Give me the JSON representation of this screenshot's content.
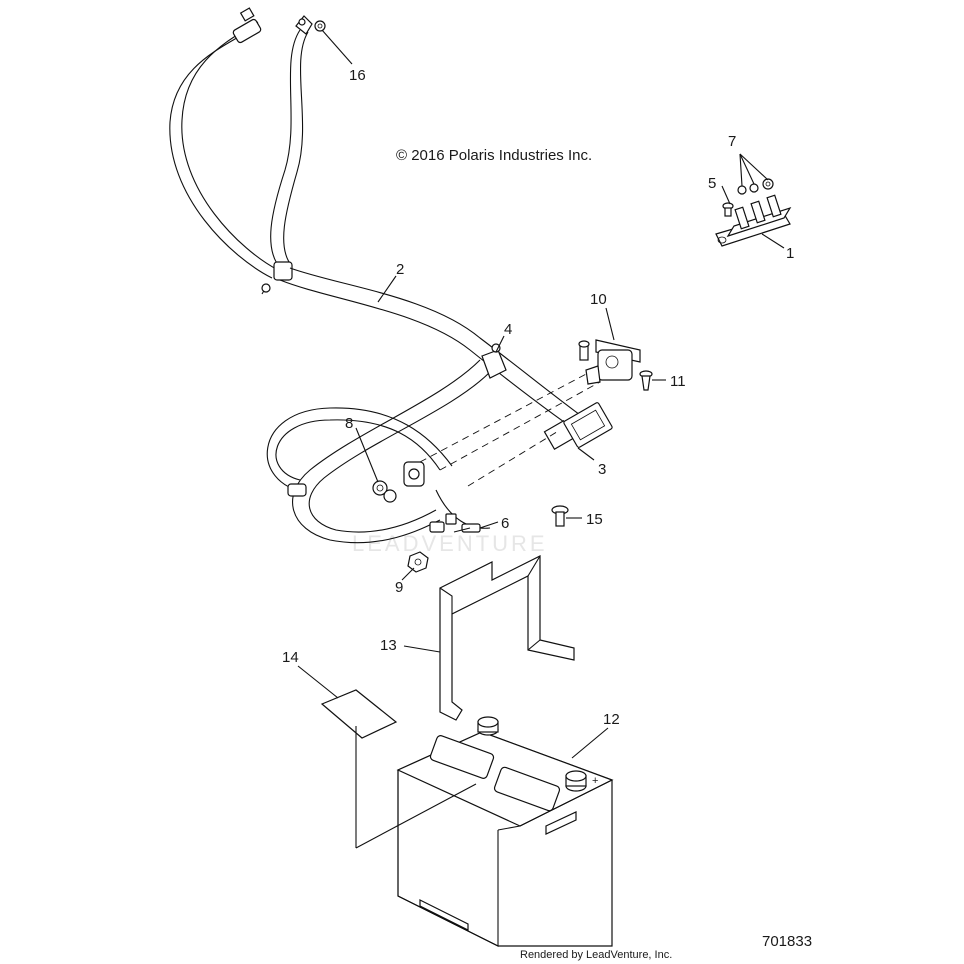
{
  "copyright": "© 2016 Polaris Industries Inc.",
  "drawing_number": "701833",
  "rendered_by": "Rendered by LeadVenture, Inc.",
  "watermark": "LEADVENTURE",
  "callouts": {
    "c1": "1",
    "c2": "2",
    "c3": "3",
    "c4": "4",
    "c5": "5",
    "c6": "6",
    "c7": "7",
    "c8": "8",
    "c9": "9",
    "c10": "10",
    "c11": "11",
    "c12": "12",
    "c13": "13",
    "c14": "14",
    "c15": "15",
    "c16": "16"
  }
}
